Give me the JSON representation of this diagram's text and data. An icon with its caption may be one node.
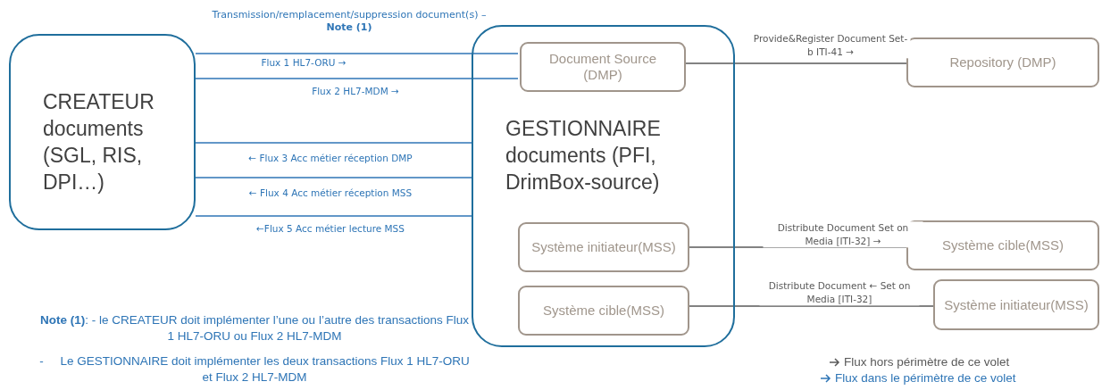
{
  "diagram": {
    "nodes": [
      {
        "text": [
          "CREATEUR documents (SGL, RIS, DPI…)"
        ]
      },
      {
        "text": [
          "GESTIONNAIRE documents (PFI, DrimBox-source)"
        ]
      },
      {
        "text": [
          "Document Source (DMP)"
        ],
        "in": 1
      },
      {
        "text": [
          "Système initiateur(MSS)"
        ],
        "in": 1
      },
      {
        "text": [
          "Système cible(MSS)"
        ],
        "in": 1
      },
      {
        "text": [
          "Repository (DMP)"
        ]
      },
      {
        "text": [
          "Système cible(MSS)"
        ]
      },
      {
        "text": [
          "Système initiateur(MSS)"
        ]
      }
    ],
    "edges": [
      {
        "from": 0,
        "to": 2,
        "arrow": "none",
        "label": "Flux 1 HL7-ORU →"
      },
      {
        "from": 0,
        "to": 2,
        "arrow": "none",
        "label": "Flux 2 HL7-MDM →"
      },
      {
        "from": 0,
        "to": 1,
        "arrow": "none",
        "label": "← Flux 3 Acc métier réception DMP"
      },
      {
        "from": 0,
        "to": 1,
        "arrow": "none",
        "label": "← Flux 4 Acc métier réception MSS"
      },
      {
        "from": 0,
        "to": 1,
        "arrow": "none",
        "label": "←Flux 5  Acc métier lecture MSS"
      },
      {
        "from": 2,
        "to": 5,
        "arrow": "none",
        "label": "Provide&Register Document Set-b ITI-41 →",
        "color": "#595959"
      },
      {
        "from": 3,
        "to": 6,
        "arrow": "none",
        "label": "Distribute Document Set on Media [ITI-32] →",
        "color": "#595959"
      },
      {
        "from": 4,
        "to": 7,
        "arrow": "none",
        "label": "Distribute Document ← Set on Media [ITI-32]",
        "color": "#595959"
      }
    ],
    "labels": [
      "Transmission/remplacement/suppression document(s) –**Note (1)**",
      "**Note (1)**: - le CREATEUR doit implémenter l’une ou l’autre des transactions Flux 1 HL7-ORU ou Flux 2 HL7-MDM",
      "-     Le GESTIONNAIRE doit implémenter les deux transactions Flux 1 HL7-ORU et Flux 2 HL7-MDM"
    ],
    "legend": [
      {
        "text": "Flux hors périmètre de ce volet",
        "color": "#595959"
      },
      {
        "text": "Flux dans le périmètre de ce volet",
        "color": "#2e75b6"
      }
    ]
  }
}
